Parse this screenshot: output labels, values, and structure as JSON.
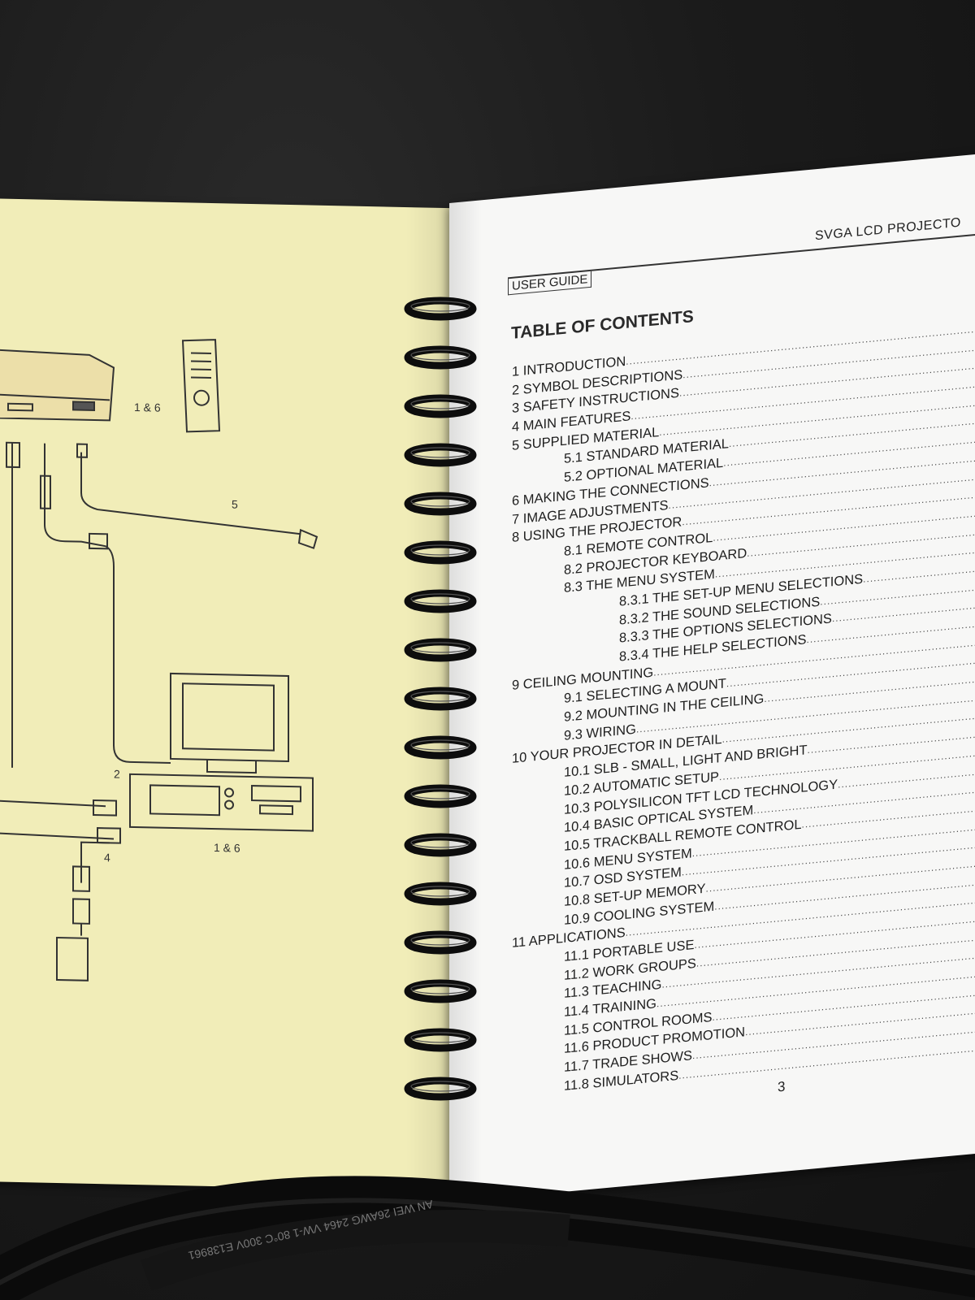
{
  "left_page": {
    "callouts": [
      "1 & 6",
      "5",
      "2",
      "4",
      "1 & 6"
    ]
  },
  "right_page": {
    "header_title": "SVGA LCD PROJECTO",
    "user_guide_tab": "USER GUIDE",
    "toc_heading": "TABLE OF CONTENTS",
    "toc": [
      {
        "level": 1,
        "text": "1 INTRODUCTION"
      },
      {
        "level": 1,
        "text": "2 SYMBOL DESCRIPTIONS"
      },
      {
        "level": 1,
        "text": "3 SAFETY INSTRUCTIONS"
      },
      {
        "level": 1,
        "text": "4 MAIN FEATURES"
      },
      {
        "level": 1,
        "text": "5 SUPPLIED MATERIAL"
      },
      {
        "level": 2,
        "text": "5.1 STANDARD MATERIAL"
      },
      {
        "level": 2,
        "text": "5.2 OPTIONAL MATERIAL"
      },
      {
        "level": 1,
        "text": "6 MAKING THE CONNECTIONS"
      },
      {
        "level": 1,
        "text": "7 IMAGE ADJUSTMENTS"
      },
      {
        "level": 1,
        "text": "8 USING THE PROJECTOR"
      },
      {
        "level": 2,
        "text": "8.1 REMOTE CONTROL"
      },
      {
        "level": 2,
        "text": "8.2 PROJECTOR KEYBOARD"
      },
      {
        "level": 2,
        "text": "8.3 THE MENU SYSTEM"
      },
      {
        "level": 3,
        "text": "8.3.1 THE SET-UP MENU SELECTIONS"
      },
      {
        "level": 3,
        "text": "8.3.2 THE SOUND SELECTIONS"
      },
      {
        "level": 3,
        "text": "8.3.3 THE OPTIONS SELECTIONS"
      },
      {
        "level": 3,
        "text": "8.3.4 THE HELP SELECTIONS"
      },
      {
        "level": 1,
        "text": "9 CEILING MOUNTING"
      },
      {
        "level": 2,
        "text": "9.1 SELECTING A MOUNT"
      },
      {
        "level": 2,
        "text": "9.2 MOUNTING IN THE CEILING"
      },
      {
        "level": 2,
        "text": "9.3 WIRING"
      },
      {
        "level": 1,
        "text": "10 YOUR PROJECTOR IN DETAIL"
      },
      {
        "level": 2,
        "text": "10.1 SLB - SMALL, LIGHT AND BRIGHT"
      },
      {
        "level": 2,
        "text": "10.2 AUTOMATIC SETUP"
      },
      {
        "level": 2,
        "text": "10.3 POLYSILICON TFT LCD TECHNOLOGY"
      },
      {
        "level": 2,
        "text": "10.4 BASIC OPTICAL SYSTEM"
      },
      {
        "level": 2,
        "text": "10.5 TRACKBALL REMOTE CONTROL"
      },
      {
        "level": 2,
        "text": "10.6 MENU SYSTEM"
      },
      {
        "level": 2,
        "text": "10.7 OSD SYSTEM"
      },
      {
        "level": 2,
        "text": "10.8 SET-UP MEMORY"
      },
      {
        "level": 2,
        "text": "10.9 COOLING SYSTEM"
      },
      {
        "level": 1,
        "text": "11 APPLICATIONS"
      },
      {
        "level": 2,
        "text": "11.1 PORTABLE USE"
      },
      {
        "level": 2,
        "text": "11.2 WORK GROUPS"
      },
      {
        "level": 2,
        "text": "11.3 TEACHING"
      },
      {
        "level": 2,
        "text": "11.4 TRAINING"
      },
      {
        "level": 2,
        "text": "11.5 CONTROL ROOMS"
      },
      {
        "level": 2,
        "text": "11.6 PRODUCT PROMOTION"
      },
      {
        "level": 2,
        "text": "11.7 TRADE SHOWS"
      },
      {
        "level": 2,
        "text": "11.8 SIMULATORS"
      }
    ],
    "page_number": "3"
  },
  "cable_print": "AN WEI 26AWG 2464 VW-1 80°C 300V E138961",
  "colors": {
    "background": "#161616",
    "left_page": "#f1edb8",
    "right_page": "#f7f7f6",
    "spiral": "#0d0d0d"
  }
}
